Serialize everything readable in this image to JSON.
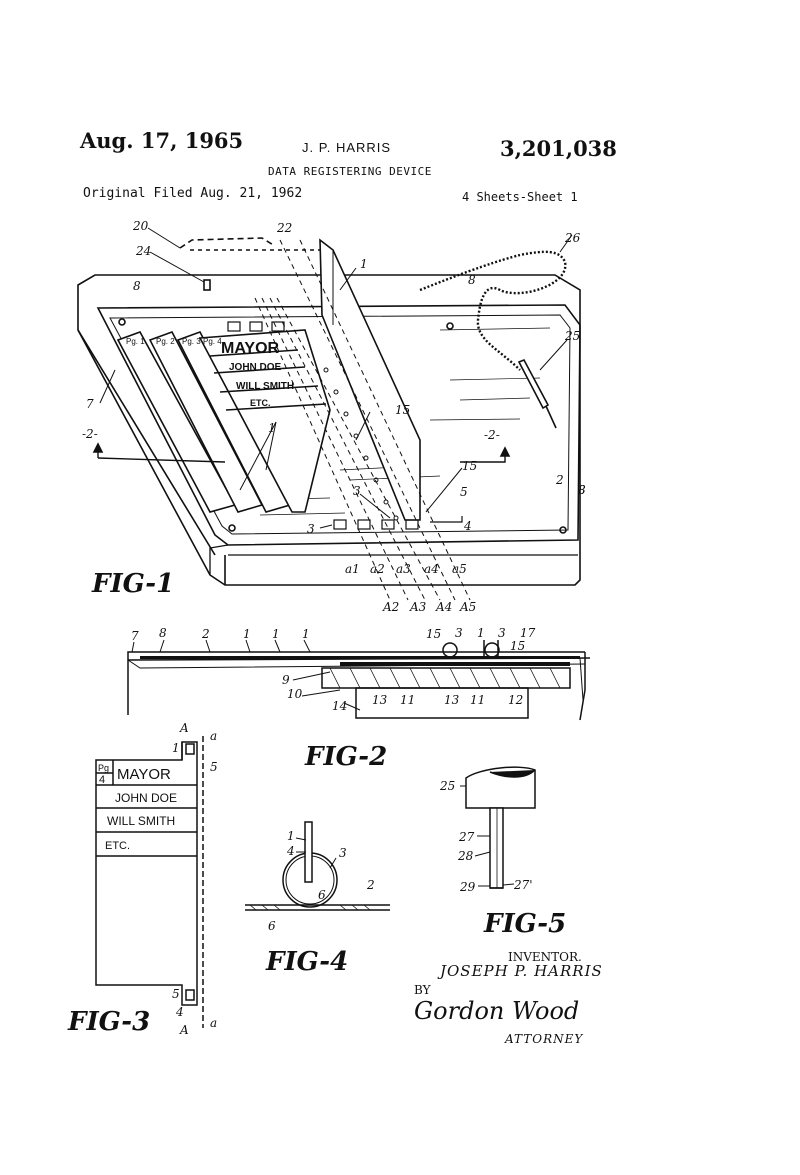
{
  "header": {
    "date": "Aug. 17, 1965",
    "inventor": "J. P. HARRIS",
    "patent_number": "3,201,038",
    "title": "DATA REGISTERING DEVICE",
    "filed": "Original Filed Aug. 21, 1962",
    "sheet": "4 Sheets-Sheet 1"
  },
  "figures": {
    "fig1": "FIG-1",
    "fig2": "FIG-2",
    "fig3": "FIG-3",
    "fig4": "FIG-4",
    "fig5": "FIG-5"
  },
  "fig1": {
    "refs": [
      "20",
      "22",
      "24",
      "1",
      "26",
      "8",
      "8",
      "25",
      "7",
      "8",
      "2",
      "15",
      "15",
      "5",
      "3",
      "3",
      "8",
      "-2-",
      "-2-",
      "4"
    ],
    "pages": [
      "Pg. 1",
      "Pg. 2",
      "Pg. 3",
      "Pg. 4"
    ],
    "card_lines": [
      "MAYOR",
      "JOHN DOE",
      "WILL SMITH",
      "ETC."
    ],
    "columns_lower": [
      "a1",
      "a2",
      "a3",
      "a4",
      "a5"
    ],
    "columns_upper": [
      "A2",
      "A3",
      "A4",
      "A5"
    ]
  },
  "fig2": {
    "refs": [
      "7",
      "8",
      "2",
      "1",
      "1",
      "1",
      "15",
      "3",
      "1",
      "3",
      "17",
      "15",
      "9",
      "10",
      "13",
      "11",
      "13",
      "11",
      "12",
      "14"
    ]
  },
  "fig3": {
    "page_label": "Pg",
    "page_number": "4",
    "lines": [
      "MAYOR",
      "JOHN DOE",
      "WILL SMITH",
      "ETC."
    ],
    "refs": [
      "1",
      "A",
      "a",
      "5",
      "5",
      "4",
      "A",
      "a"
    ]
  },
  "fig4": {
    "refs": [
      "1",
      "4",
      "3",
      "6",
      "2",
      "6"
    ]
  },
  "fig5": {
    "refs": [
      "25",
      "27",
      "28",
      "29",
      "27'"
    ]
  },
  "signature": {
    "inventor_label": "INVENTOR.",
    "inventor_name": "JOSEPH P. HARRIS",
    "by": "BY",
    "attorney_signature": "Gordon Wood",
    "attorney_label": "ATTORNEY"
  }
}
